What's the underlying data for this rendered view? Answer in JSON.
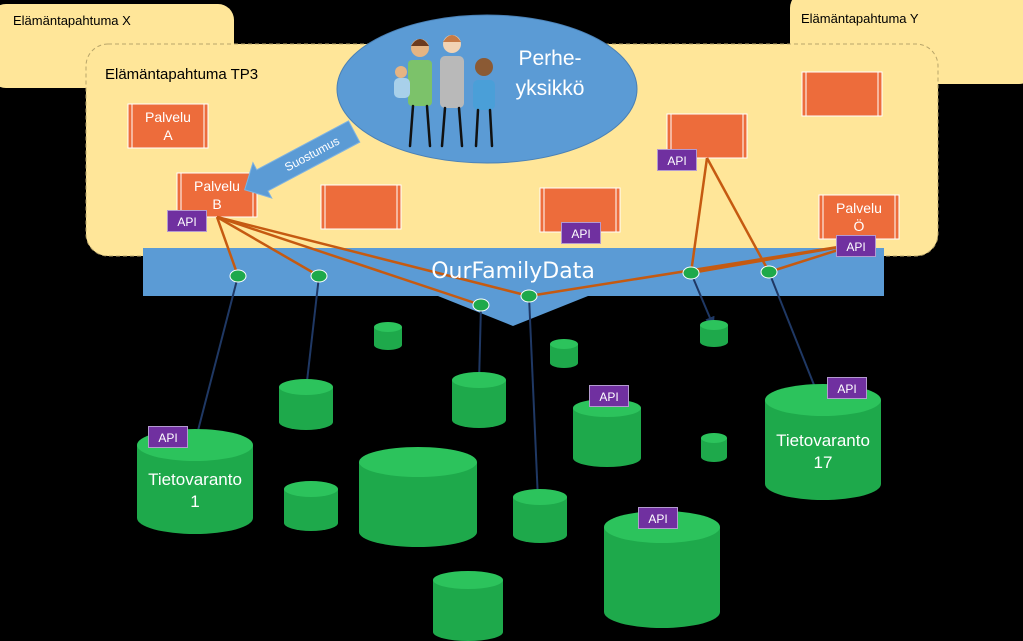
{
  "life_events": {
    "x_label": "Elämäntapahtuma X",
    "y_label": "Elämäntapahtuma Y",
    "tp3_label": "Elämäntapahtuma TP3"
  },
  "family": {
    "label_line1": "Perhe-",
    "label_line2": "yksikkö",
    "icon": "family-icon"
  },
  "consent": {
    "label": "Suostumus"
  },
  "services": {
    "a_line1": "Palvelu",
    "a_line2": "A",
    "b_line1": "Palvelu",
    "b_line2": "B",
    "o_line1": "Palvelu",
    "o_line2": "Ö"
  },
  "api_label": "API",
  "platform": {
    "label": "OurFamilyData"
  },
  "repositories": {
    "t1_line1": "Tietovaranto",
    "t1_line2": "1",
    "t17_line1": "Tietovaranto",
    "t17_line2": "17"
  },
  "colors": {
    "background": "#000000",
    "life_event_fill": "#ffe699",
    "service_fill": "#ed6c3b",
    "platform_fill": "#5b9bd5",
    "repository_fill": "#1ea94b",
    "api_fill": "#7030a0",
    "connector_orange": "#c55a11",
    "connector_blue": "#1f3864"
  }
}
